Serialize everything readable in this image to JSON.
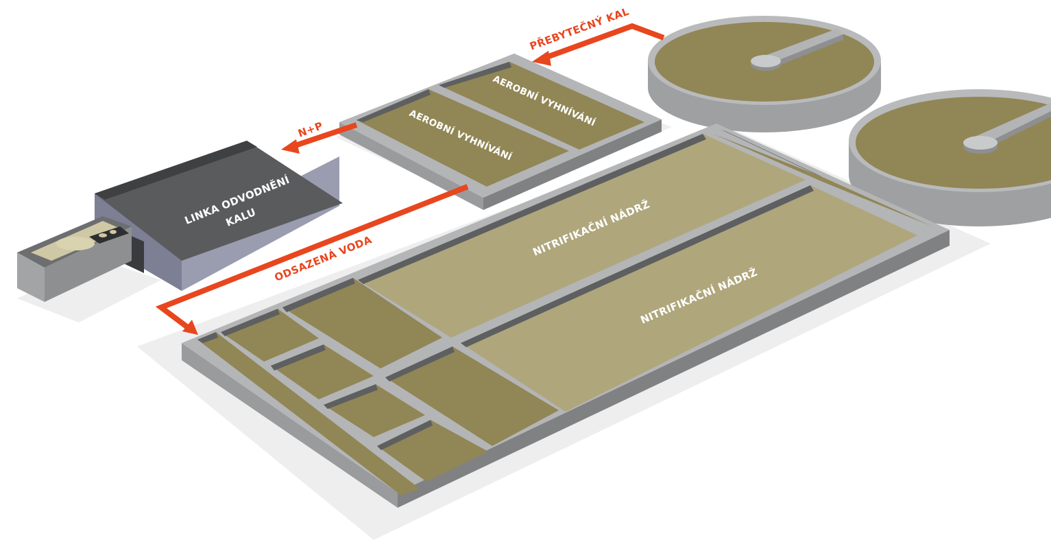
{
  "labels": {
    "excess_sludge": "PŘEBYTEČNÝ KAL",
    "aerobic_digestion_1": "AEROBNÍ VYHNÍVÁNÍ",
    "aerobic_digestion_2": "AEROBNÍ VYHNÍVÁNÍ",
    "n_p": "N+P",
    "dewatering_line_1": "LINKA ODVODNĚNÍ",
    "dewatering_line_2": "KALU",
    "separated_water": "ODSAZENÁ VODA",
    "nitrification_tank_1": "NITRIFIKAČNÍ NÁDRŽ",
    "nitrification_tank_2": "NITRIFIKAČNÍ NÁDRŽ"
  },
  "colors": {
    "flow_arrow": "#e8461e",
    "concrete_wall": "#a9aaab",
    "concrete_dark": "#6d6e70",
    "water_dark": "#918655",
    "water_light": "#afa67c",
    "building_roof": "#5a5b5d",
    "building_wall": "#9a9cb0",
    "ground_shadow": "#eeeeee"
  }
}
